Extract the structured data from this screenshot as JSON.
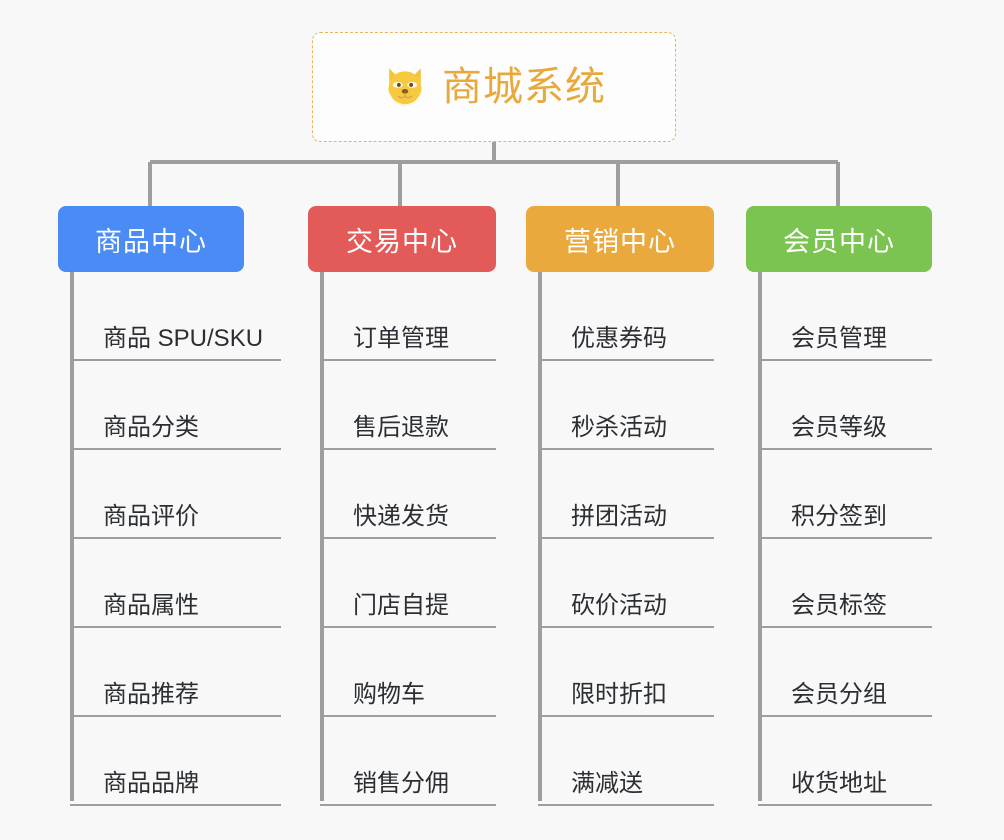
{
  "page": {
    "background_color": "#f8f8f8",
    "line_color": "#9e9e9e",
    "leaf_text_color": "#2b2f33"
  },
  "root": {
    "title": "商城系统",
    "icon": "dog-face-icon",
    "text_color": "#e8a93c",
    "border_color": "#e8b45a",
    "background_color": "#fdfdfd"
  },
  "branches": [
    {
      "label": "商品中心",
      "color": "#4a8bf5",
      "width": 186,
      "items": [
        "商品 SPU/SKU",
        "商品分类",
        "商品评价",
        "商品属性",
        "商品推荐",
        "商品品牌"
      ]
    },
    {
      "label": "交易中心",
      "color": "#e35b59",
      "width": 188,
      "items": [
        "订单管理",
        "售后退款",
        "快递发货",
        "门店自提",
        "购物车",
        "销售分佣"
      ]
    },
    {
      "label": "营销中心",
      "color": "#eaa93c",
      "width": 190,
      "items": [
        "优惠券码",
        "秒杀活动",
        "拼团活动",
        "砍价活动",
        "限时折扣",
        "满减送"
      ]
    },
    {
      "label": "会员中心",
      "color": "#77c košt"
    }
  ]
}
